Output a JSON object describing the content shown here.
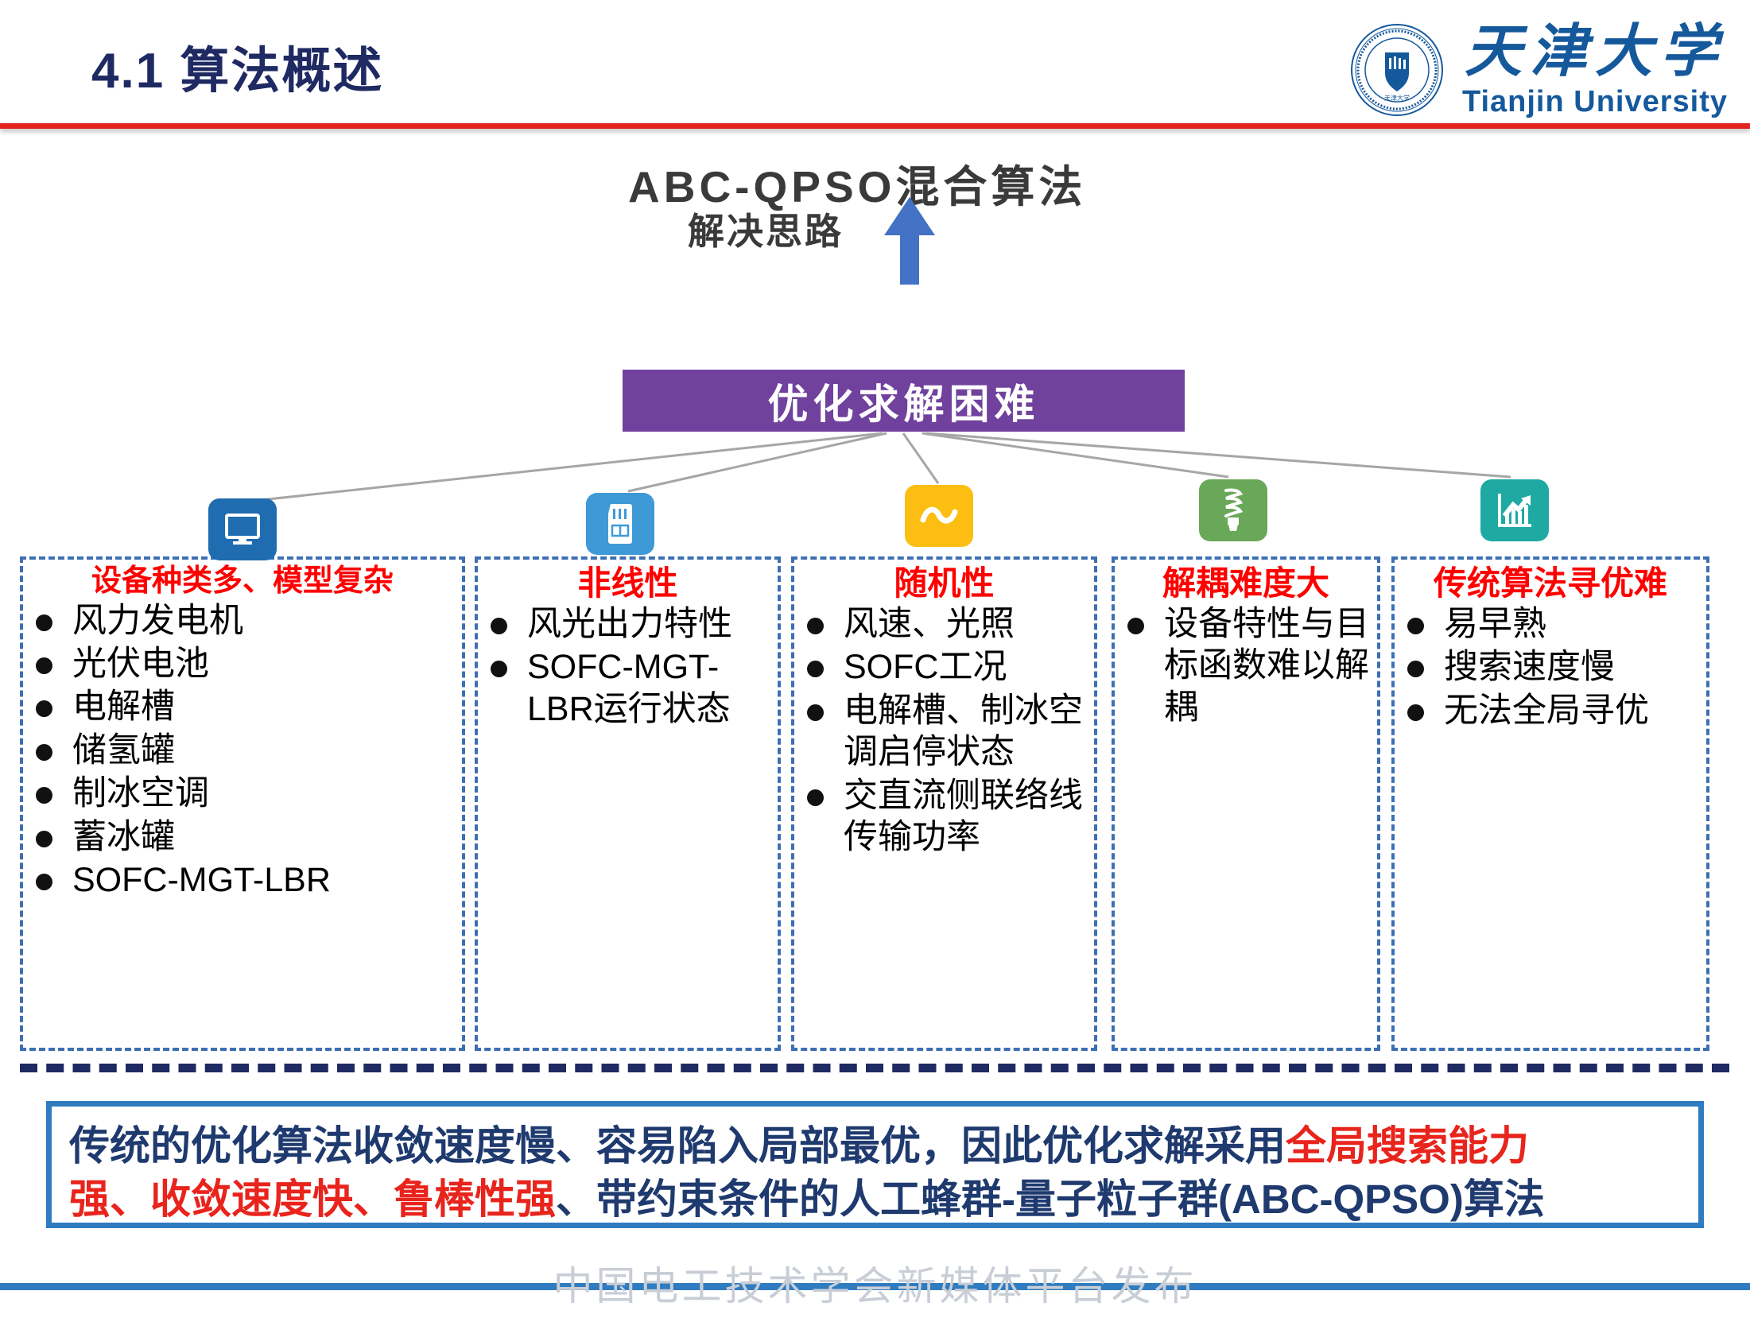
{
  "header": {
    "slide_title": "4.1 算法概述",
    "logo": {
      "cn_name": "天津大学",
      "en_name": "Tianjin University",
      "seal_outer_text": "TIANJIN UNIVERSITY (PEIYANG UNIVERSITY)",
      "seal_year": "1895",
      "accent_color": "#15599c",
      "rule_color": "#e3231f"
    }
  },
  "diagram": {
    "algorithm_title": "ABC-QPSO混合算法",
    "solution_label": "解决思路",
    "arrow_icon": "up-arrow-icon",
    "arrow_color": "#4472c4",
    "problem_box": {
      "label": "优化求解困难",
      "fill_color": "#70419d",
      "text_color": "#ffffff"
    },
    "columns": [
      {
        "icon": "monitor-icon",
        "icon_color": "#1f6cb0",
        "heading": "设备种类多、模型复杂",
        "bullets": [
          "风力发电机",
          "光伏电池",
          "电解槽",
          "储氢罐",
          "制冰空调",
          "蓄冰罐",
          "SOFC-MGT-LBR"
        ]
      },
      {
        "icon": "memory-card-icon",
        "icon_color": "#3e9ad7",
        "heading": "非线性",
        "bullets": [
          "风光出力特性",
          "SOFC-MGT-LBR运行状态"
        ]
      },
      {
        "icon": "tilde-wave-icon",
        "icon_color": "#fcbe12",
        "heading": "随机性",
        "bullets": [
          "风速、光照",
          "SOFC工况",
          "电解槽、制冰空调启停状态",
          "交直流侧联络线传输功率"
        ]
      },
      {
        "icon": "light-bulb-icon",
        "icon_color": "#69a858",
        "heading": "解耦难度大",
        "bullets": [
          "设备特性与目标函数难以解耦"
        ]
      },
      {
        "icon": "bar-chart-up-icon",
        "icon_color": "#1fa9a3",
        "heading": "传统算法寻优难",
        "bullets": [
          "易早熟",
          "搜索速度慢",
          "无法全局寻优"
        ]
      }
    ]
  },
  "conclusion": {
    "line1_part1": "传统的优化算法收敛速度慢、容易陷入局部最优，因此优化求解采用",
    "line1_highlight": "全局搜索能力",
    "line2_highlight": "强、收敛速度快、鲁棒性强",
    "line2_part2": "、带约束条件的人工蜂群-量子粒子群(ABC-QPSO)算法",
    "border_color": "#2f7cc0",
    "text_color": "#1f3a6e",
    "highlight_color": "#e8241c"
  },
  "footer": {
    "watermark": "中国电工技术学会新媒体平台发布",
    "bar_color": "#2f7cc0"
  }
}
